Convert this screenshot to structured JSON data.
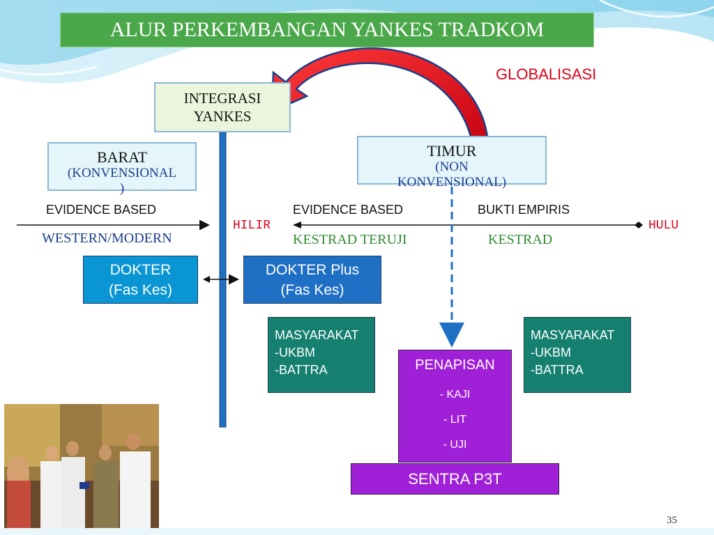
{
  "title": "ALUR PERKEMBANGAN YANKES TRADKOM",
  "globalisasi": "GLOBALISASI",
  "integrasi": {
    "line1": "INTEGRASI",
    "line2": "YANKES"
  },
  "barat": {
    "line1": "BARAT",
    "line2": "(KONVENSIONAL",
    "line3": ")"
  },
  "timur": {
    "line1": "TIMUR",
    "line2": "(NON",
    "line3": "KONVENSIONAL)"
  },
  "labels": {
    "evidence_left": "EVIDENCE BASED",
    "evidence_right": "EVIDENCE BASED",
    "bukti": "BUKTI EMPIRIS",
    "hilir": "HILIR",
    "hulu": "HULU",
    "western": "WESTERN/MODERN",
    "kestrad_teruji": "KESTRAD TERUJI",
    "kestrad": "KESTRAD"
  },
  "dokter": {
    "line1": "DOKTER",
    "line2": "(Fas Kes)"
  },
  "dokter_plus": {
    "line1": "DOKTER Plus",
    "line2": "(Fas Kes)"
  },
  "masyarakat_left": {
    "line1": "MASYARAKAT",
    "line2": "-UKBM",
    "line3": "-BATTRA"
  },
  "masyarakat_right": {
    "line1": "MASYARAKAT",
    "line2": "-UKBM",
    "line3": "-BATTRA"
  },
  "penapisan": {
    "title": "PENAPISAN",
    "items": [
      "- KAJI",
      "- LIT",
      "- UJI"
    ]
  },
  "sentra": "SENTRA P3T",
  "page_number": "35",
  "colors": {
    "title_bg": "#4aa84a",
    "red": "#e0001a",
    "teal": "#158070",
    "purple": "#a020d8",
    "blue": "#0a96d4"
  }
}
